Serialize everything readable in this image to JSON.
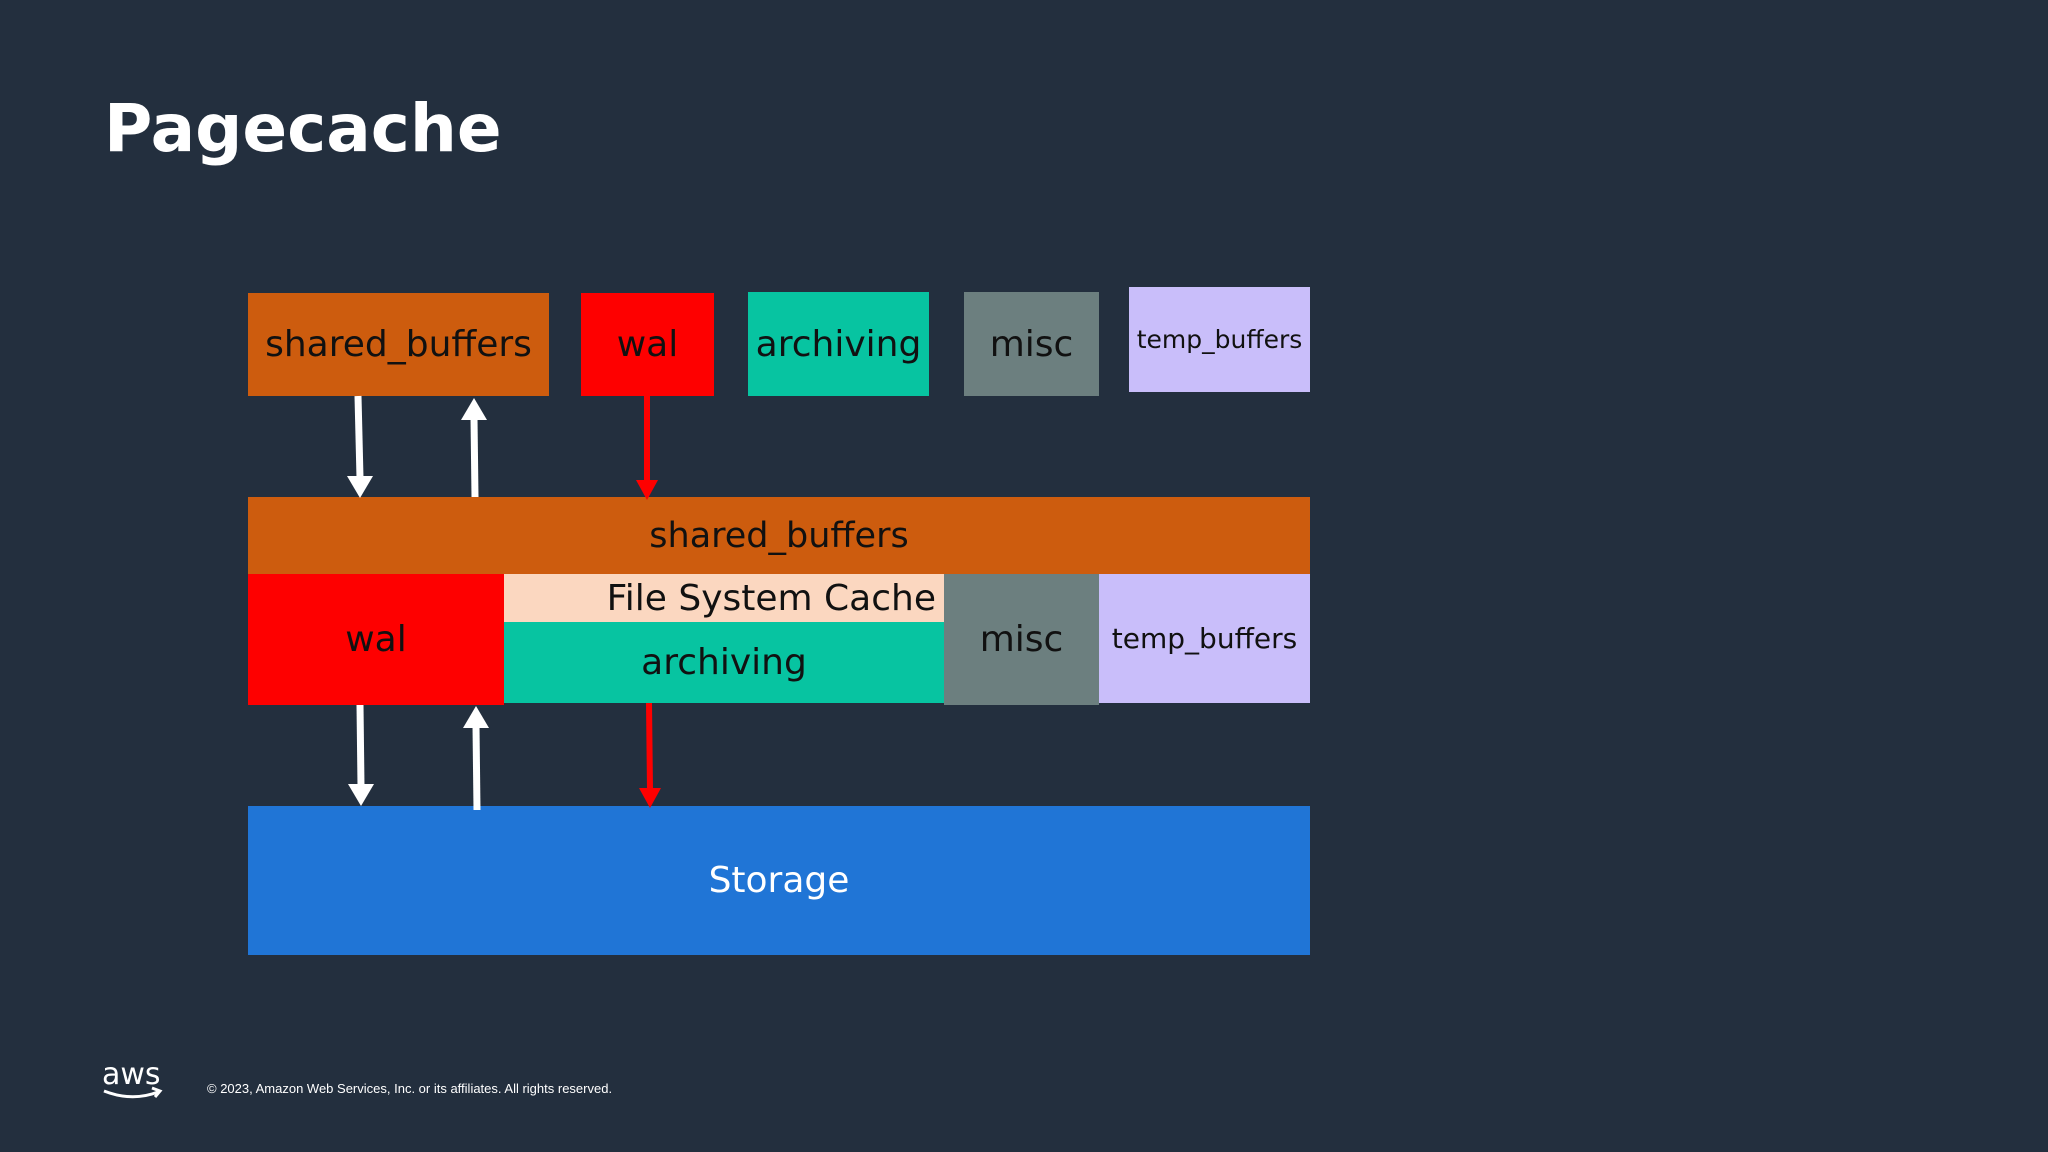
{
  "title": "Pagecache",
  "top_row": {
    "shared_buffers": "shared_buffers",
    "wal": "wal",
    "archiving": "archiving",
    "misc": "misc",
    "temp_buffers": "temp_buffers"
  },
  "middle": {
    "shared_buffers": "shared_buffers",
    "wal": "wal",
    "file_system_cache": "File System Cache",
    "archiving": "archiving",
    "misc": "misc",
    "temp_buffers": "temp_buffers"
  },
  "storage": "Storage",
  "footer": {
    "logo_text": "aws",
    "copyright": "© 2023, Amazon Web Services, Inc. or its affiliates. All rights reserved."
  },
  "colors": {
    "background": "#232f3e",
    "shared_buffers": "#cd5c0e",
    "wal": "#fe0000",
    "archiving": "#07c4a1",
    "misc": "#6c7f7f",
    "temp_buffers": "#c9befa",
    "file_system_cache": "#fbd7c0",
    "storage": "#2075d6"
  }
}
